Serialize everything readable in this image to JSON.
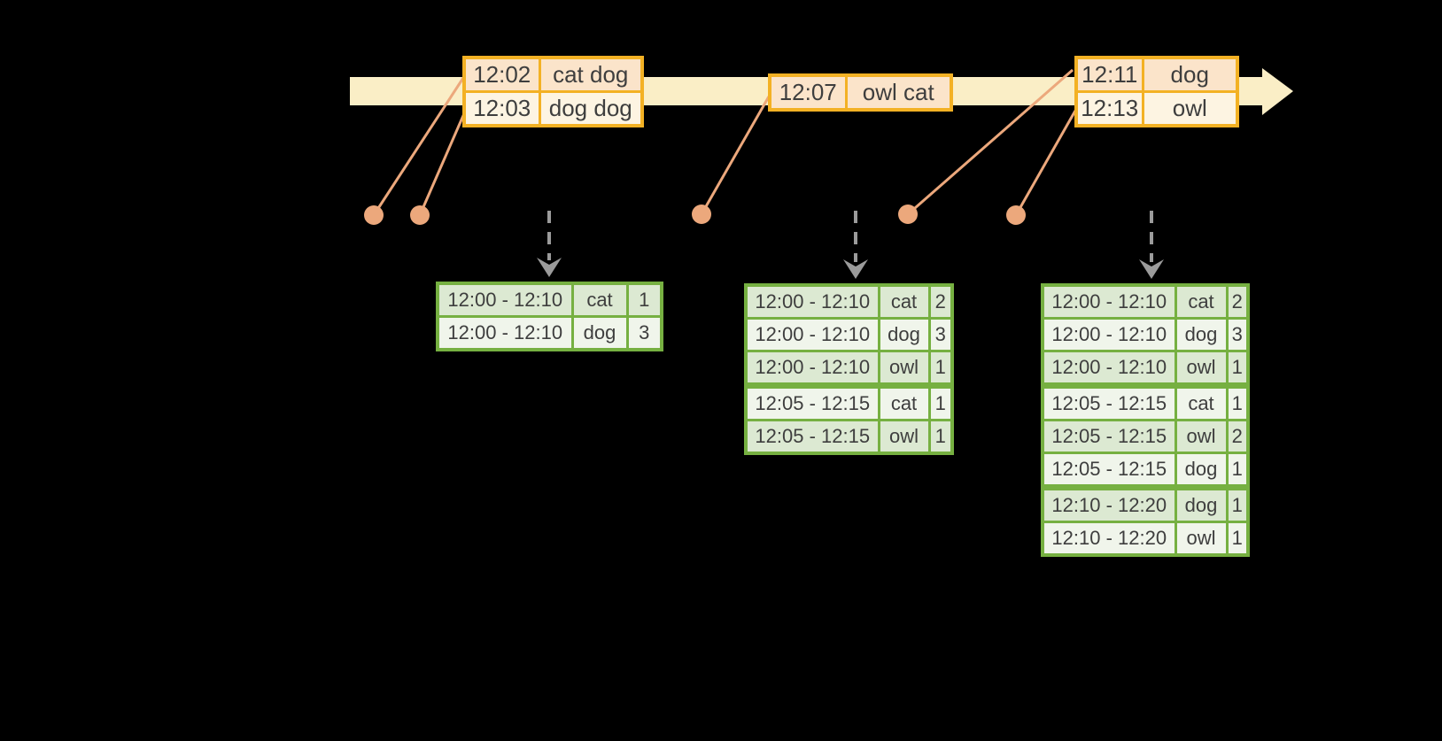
{
  "colors": {
    "background": "#000000",
    "timeline_band": "#FAEEC6",
    "event_table_border": "#F3B124",
    "event_row_fill_dark": "#FBE4CA",
    "event_row_fill_light": "#FDF4E2",
    "result_table_border": "#76B041",
    "result_row_fill_dark": "#DCE9D2",
    "result_row_fill_light": "#F0F5EB",
    "event_marker": "#ECA87C",
    "trigger_arrow": "#9B9B9B",
    "cell_text": "#3E3E3E"
  },
  "event_tables": [
    {
      "rows": [
        {
          "time": "12:02",
          "words": "cat dog"
        },
        {
          "time": "12:03",
          "words": "dog dog"
        }
      ]
    },
    {
      "rows": [
        {
          "time": "12:07",
          "words": "owl cat"
        }
      ]
    },
    {
      "rows": [
        {
          "time": "12:11",
          "words": "dog"
        },
        {
          "time": "12:13",
          "words": "owl"
        }
      ]
    }
  ],
  "result_tables": [
    {
      "rows": [
        {
          "window": "12:00 - 12:10",
          "word": "cat",
          "count": "1"
        },
        {
          "window": "12:00 - 12:10",
          "word": "dog",
          "count": "3"
        }
      ]
    },
    {
      "rows": [
        {
          "window": "12:00 - 12:10",
          "word": "cat",
          "count": "2"
        },
        {
          "window": "12:00 - 12:10",
          "word": "dog",
          "count": "3"
        },
        {
          "window": "12:00 - 12:10",
          "word": "owl",
          "count": "1"
        },
        {
          "window": "12:05 - 12:15",
          "word": "cat",
          "count": "1"
        },
        {
          "window": "12:05 - 12:15",
          "word": "owl",
          "count": "1"
        }
      ]
    },
    {
      "rows": [
        {
          "window": "12:00 - 12:10",
          "word": "cat",
          "count": "2"
        },
        {
          "window": "12:00 - 12:10",
          "word": "dog",
          "count": "3"
        },
        {
          "window": "12:00 - 12:10",
          "word": "owl",
          "count": "1"
        },
        {
          "window": "12:05 - 12:15",
          "word": "cat",
          "count": "1"
        },
        {
          "window": "12:05 - 12:15",
          "word": "owl",
          "count": "2"
        },
        {
          "window": "12:05 - 12:15",
          "word": "dog",
          "count": "1"
        },
        {
          "window": "12:10 - 12:20",
          "word": "dog",
          "count": "1"
        },
        {
          "window": "12:10 - 12:20",
          "word": "owl",
          "count": "1"
        }
      ]
    }
  ]
}
